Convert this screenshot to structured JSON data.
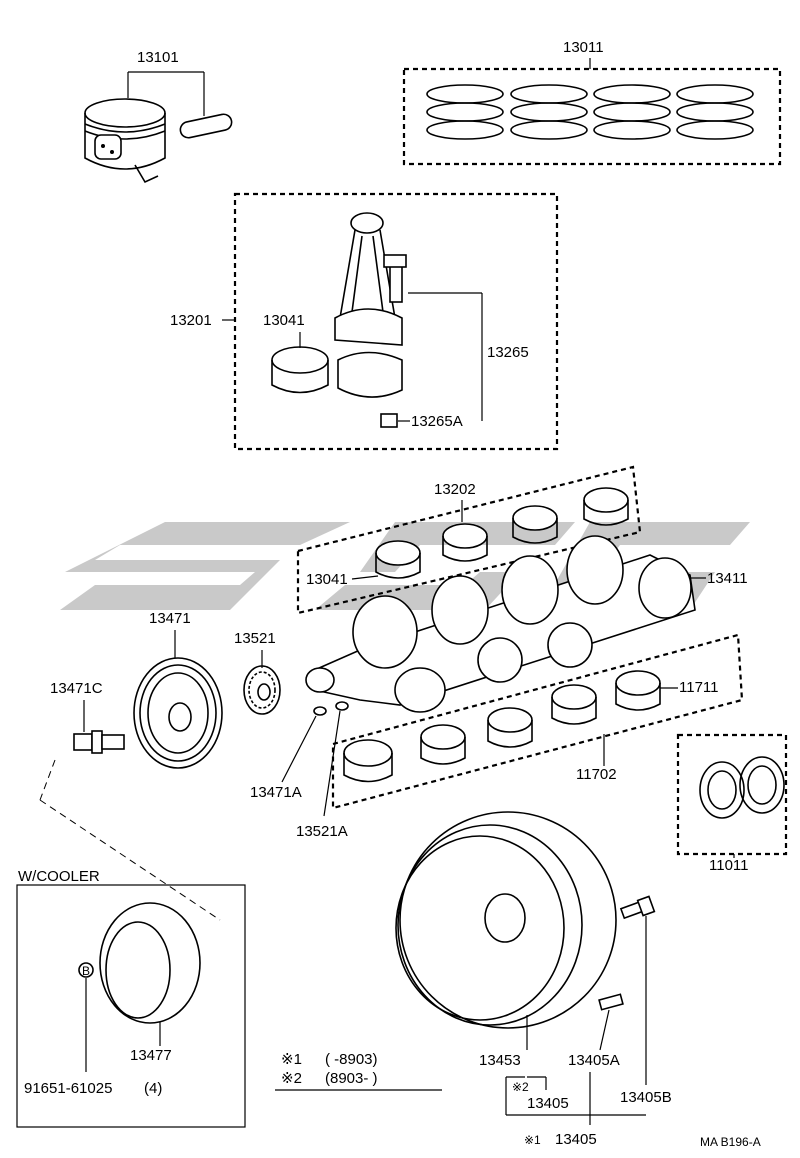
{
  "parts": {
    "piston": "13101",
    "ring_set": "13011",
    "rod_assy": "13201",
    "rod_bearing": "13041",
    "rod_bolt": "13265",
    "rod_nut": "13265A",
    "rod_bearing_set": "13202",
    "rod_bearing_2": "13041",
    "crankshaft": "13411",
    "pulley": "13471",
    "timing_gear": "13521",
    "pulley_bolt": "13471C",
    "main_bearing": "11711",
    "pulley_key": "13471A",
    "main_bearing_set": "11702",
    "gear_key": "13521A",
    "thrust_washer": "11011",
    "cooler_pulley": "13477",
    "cooler_bolt": "91651-61025",
    "cooler_bolt_qty": "(4)",
    "flywheel": "13453",
    "flywheel_pin": "13405A",
    "flywheel_sub1": "13405",
    "flywheel_bolt": "13405B",
    "flywheel_sub2": "13405"
  },
  "cooler_section": {
    "title": "W/COOLER",
    "marker": "B"
  },
  "notes": [
    {
      "mark": "※1",
      "range": "(      -8903)"
    },
    {
      "mark": "※2",
      "range": "(8903-        )"
    }
  ],
  "tree_marks": {
    "upper": "※2",
    "lower": "※1"
  },
  "diagram_code": "MA B196-A",
  "colors": {
    "line": "#000000",
    "watermark": "#c9c9c9",
    "background": "#ffffff"
  }
}
